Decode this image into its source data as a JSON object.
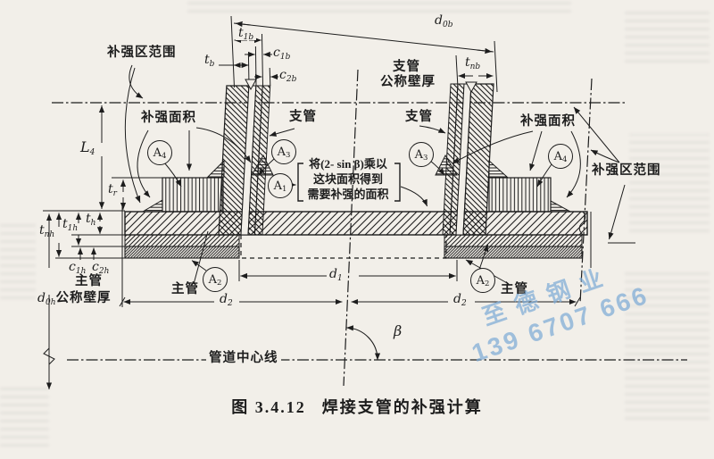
{
  "caption": {
    "figure_no": "图 3.4.12",
    "title": "焊接支管的补强计算"
  },
  "watermark": {
    "line1": "至德钢业",
    "line2": "139 6707 666",
    "color": "#7daad6"
  },
  "labels": {
    "zone_left": "补强区范围",
    "zone_right": "补强区范围",
    "area_left": "补强面积",
    "area_right": "补强面积",
    "branch_left": "支管",
    "branch_right": "支管",
    "branch_wall_line1": "支管",
    "branch_wall_line2": "公称壁厚",
    "main_left": "主管",
    "main_center": "主管",
    "main_right": "主管",
    "main_wall_suffix": "公称壁厚",
    "pipe_centerline": "管道中心线",
    "beta": "β"
  },
  "note": {
    "line1": "将(2- sin β)乘以",
    "line2": "这块面积得到",
    "line3": "需要补强的面积"
  },
  "dims": {
    "d_ob": {
      "base": "d",
      "sub": "0b"
    },
    "t_1b": {
      "base": "t",
      "sub": "1b"
    },
    "c_1b": {
      "base": "c",
      "sub": "1b"
    },
    "t_b": {
      "base": "t",
      "sub": "b"
    },
    "c_2b": {
      "base": "c",
      "sub": "2b"
    },
    "t_nb": {
      "base": "t",
      "sub": "nb"
    },
    "L_4": {
      "base": "L",
      "sub": "4"
    },
    "t_r": {
      "base": "t",
      "sub": "r"
    },
    "t_h": {
      "base": "t",
      "sub": "h"
    },
    "t_1h": {
      "base": "t",
      "sub": "1h"
    },
    "t_nh": {
      "base": "t",
      "sub": "nh"
    },
    "c_1h": {
      "base": "c",
      "sub": "1h"
    },
    "c_2h": {
      "base": "c",
      "sub": "2h"
    },
    "d_0h": {
      "base": "d",
      "sub": "0h"
    },
    "d_1": {
      "base": "d",
      "sub": "1"
    },
    "d_2_left": {
      "base": "d",
      "sub": "2"
    },
    "d_2_right": {
      "base": "d",
      "sub": "2"
    }
  },
  "markers": {
    "A1": {
      "base": "A",
      "sub": "1"
    },
    "A2_left": {
      "base": "A",
      "sub": "2"
    },
    "A2_right": {
      "base": "A",
      "sub": "2"
    },
    "A3_left": {
      "base": "A",
      "sub": "3"
    },
    "A3_right": {
      "base": "A",
      "sub": "3"
    },
    "A4_left": {
      "base": "A",
      "sub": "4"
    },
    "A4_right": {
      "base": "A",
      "sub": "4"
    }
  }
}
